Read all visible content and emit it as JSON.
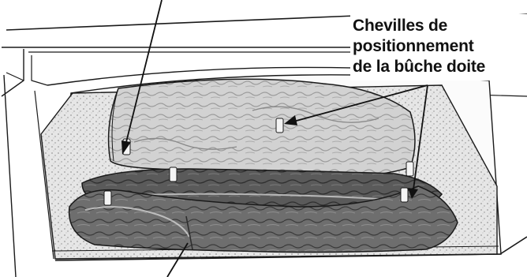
{
  "callout": {
    "lines": [
      "Chevilles de",
      "positionnement",
      "de la bûche doite"
    ]
  },
  "colors": {
    "outline": "#1a1a1a",
    "firebox_floor": "#efefef",
    "ember_bed": "#d9d9d9",
    "rear_log": "#cfcfcf",
    "middle_log": "#555555",
    "front_log": "#6b6b6b",
    "pin": "#f4f4f4"
  }
}
